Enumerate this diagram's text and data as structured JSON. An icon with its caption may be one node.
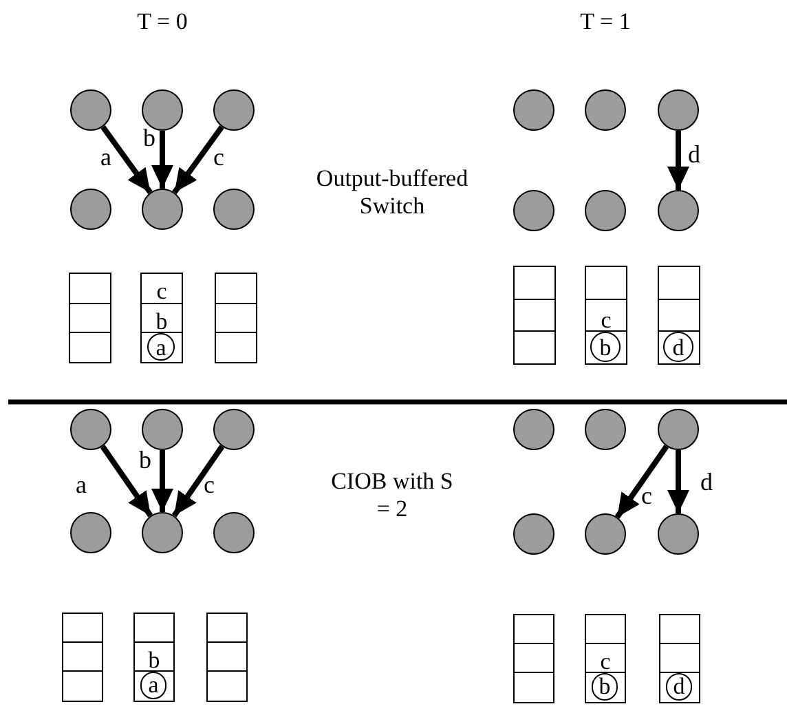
{
  "diagram": {
    "nodes": [
      {
        "text": [],
        "shape": "circle"
      },
      {
        "text": [],
        "shape": "circle"
      },
      {
        "text": [],
        "shape": "circle"
      },
      {
        "text": [],
        "shape": "circle"
      },
      {
        "text": [],
        "shape": "circle"
      },
      {
        "text": [],
        "shape": "circle"
      },
      {
        "text": [],
        "shape": "box"
      },
      {
        "text": [],
        "shape": "box"
      },
      {
        "text": [],
        "shape": "box"
      },
      {
        "text": [
          "c"
        ]
      },
      {
        "text": [
          "b"
        ]
      },
      {
        "text": [],
        "shape": "box"
      },
      {
        "text": [
          "a"
        ],
        "in": 11
      },
      {
        "text": [],
        "shape": "box"
      },
      {
        "text": [],
        "shape": "box"
      },
      {
        "text": [],
        "shape": "box"
      },
      {
        "text": [],
        "shape": "circle"
      },
      {
        "text": [],
        "shape": "circle"
      },
      {
        "text": [],
        "shape": "circle"
      },
      {
        "text": [],
        "shape": "circle"
      },
      {
        "text": [],
        "shape": "circle"
      },
      {
        "text": [],
        "shape": "circle"
      },
      {
        "text": [],
        "shape": "box"
      },
      {
        "text": [],
        "shape": "box"
      },
      {
        "text": [],
        "shape": "box"
      },
      {
        "text": [],
        "shape": "box"
      },
      {
        "text": [
          "c"
        ]
      },
      {
        "text": [],
        "shape": "box"
      },
      {
        "text": [
          "b"
        ],
        "in": 27
      },
      {
        "text": [],
        "shape": "box"
      },
      {
        "text": [],
        "shape": "box"
      },
      {
        "text": [],
        "shape": "box"
      },
      {
        "text": [
          "d"
        ],
        "in": 31
      },
      {
        "text": [],
        "shape": "circle"
      },
      {
        "text": [],
        "shape": "circle"
      },
      {
        "text": [],
        "shape": "circle"
      },
      {
        "text": [],
        "shape": "circle"
      },
      {
        "text": [],
        "shape": "circle"
      },
      {
        "text": [],
        "shape": "circle"
      },
      {
        "text": [],
        "shape": "box"
      },
      {
        "text": [],
        "shape": "box"
      },
      {
        "text": [],
        "shape": "box"
      },
      {
        "text": [],
        "shape": "box"
      },
      {
        "text": [
          "b"
        ]
      },
      {
        "text": [],
        "shape": "box"
      },
      {
        "text": [
          "a"
        ],
        "in": 44
      },
      {
        "text": [],
        "shape": "box"
      },
      {
        "text": [],
        "shape": "box"
      },
      {
        "text": [],
        "shape": "box"
      },
      {
        "text": [],
        "shape": "circle"
      },
      {
        "text": [],
        "shape": "circle"
      },
      {
        "text": [],
        "shape": "circle"
      },
      {
        "text": [],
        "shape": "circle"
      },
      {
        "text": [],
        "shape": "circle"
      },
      {
        "text": [],
        "shape": "circle"
      },
      {
        "text": [],
        "shape": "box"
      },
      {
        "text": [],
        "shape": "box"
      },
      {
        "text": [],
        "shape": "box"
      },
      {
        "text": [],
        "shape": "box"
      },
      {
        "text": [
          "c"
        ]
      },
      {
        "text": [],
        "shape": "box"
      },
      {
        "text": [
          "b"
        ],
        "in": 60
      },
      {
        "text": [],
        "shape": "box"
      },
      {
        "text": [],
        "shape": "box"
      },
      {
        "text": [],
        "shape": "box"
      },
      {
        "text": [
          "d"
        ],
        "in": 64
      }
    ],
    "edges": [
      {
        "from": 0,
        "to": 4,
        "arrow": "to",
        "label": "a"
      },
      {
        "from": 1,
        "to": 4,
        "arrow": "to",
        "label": "b"
      },
      {
        "from": 2,
        "to": 4,
        "arrow": "to",
        "label": "c"
      },
      {
        "from": 18,
        "to": 21,
        "arrow": "to",
        "label": "d"
      },
      {
        "from": 33,
        "to": 37,
        "arrow": "to",
        "label": "a"
      },
      {
        "from": 34,
        "to": 37,
        "arrow": "to",
        "label": "b"
      },
      {
        "from": 35,
        "to": 37,
        "arrow": "to",
        "label": "c"
      },
      {
        "from": 51,
        "to": 53,
        "arrow": "to",
        "label": "c"
      },
      {
        "from": 51,
        "to": 54,
        "arrow": "to",
        "label": "d"
      }
    ],
    "labels": [
      "T = 0",
      "T = 1",
      "Output-buffered Switch",
      "CIOB with S = 2"
    ]
  }
}
